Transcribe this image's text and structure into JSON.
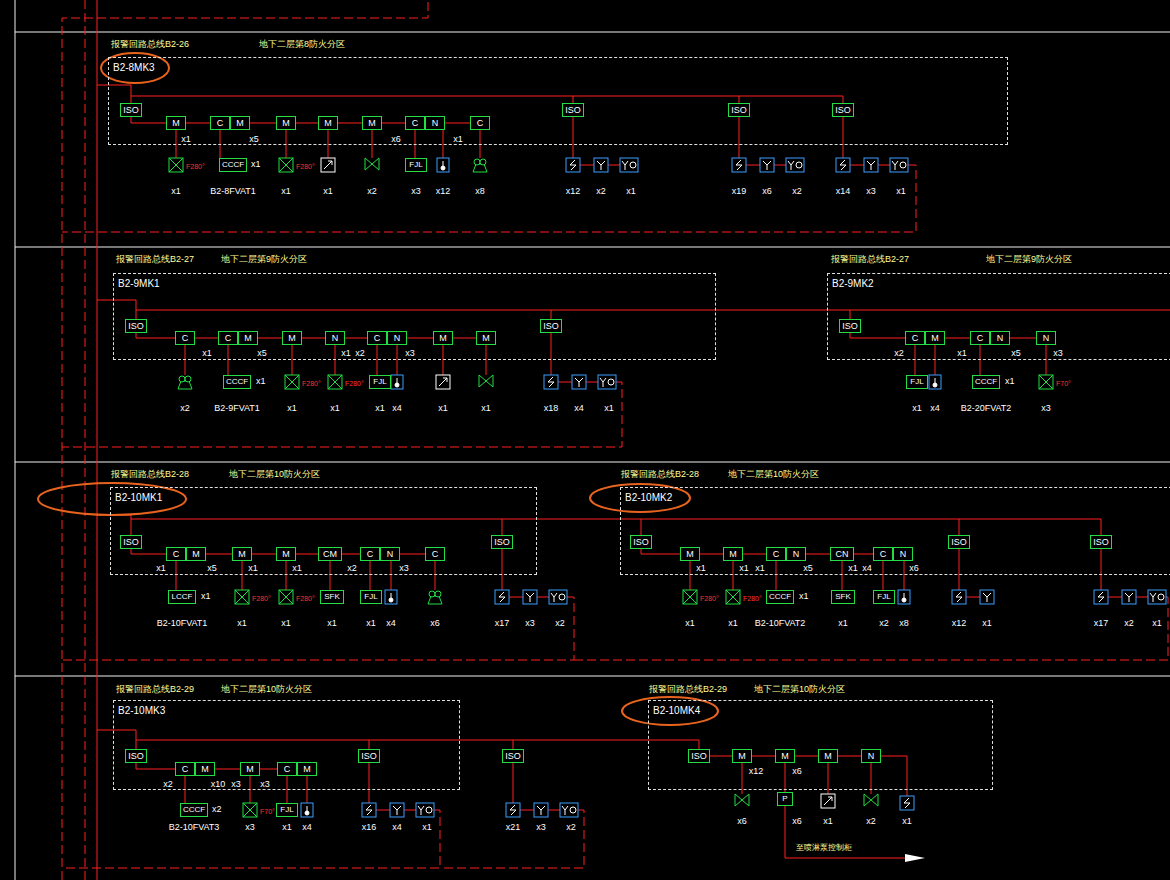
{
  "diagram": {
    "nodes": [
      {
        "text": [
          "B2-8MK3"
        ]
      },
      {
        "text": [
          "ISO"
        ],
        "in": 0
      },
      {
        "text": [
          "M"
        ],
        "in": 0
      },
      {
        "text": [
          "C"
        ],
        "in": 0
      },
      {
        "text": [
          "M"
        ],
        "in": 0
      },
      {
        "text": [
          "M"
        ],
        "in": 0
      },
      {
        "text": [
          "M"
        ],
        "in": 0
      },
      {
        "text": [
          "M"
        ],
        "in": 0
      },
      {
        "text": [
          "C"
        ],
        "in": 0
      },
      {
        "text": [
          "N"
        ],
        "in": 0
      },
      {
        "text": [
          "C"
        ],
        "in": 0
      },
      {
        "text": [
          "ISO"
        ],
        "in": 0
      },
      {
        "text": [
          "ISO"
        ],
        "in": 0
      },
      {
        "text": [
          "ISO"
        ],
        "in": 0
      },
      {
        "text": [
          "CCCF"
        ]
      },
      {
        "text": [
          "FJL"
        ]
      },
      {
        "text": [
          "B2-9MK1"
        ]
      },
      {
        "text": [
          "ISO"
        ],
        "in": 16
      },
      {
        "text": [
          "C"
        ],
        "in": 16
      },
      {
        "text": [
          "C"
        ],
        "in": 16
      },
      {
        "text": [
          "M"
        ],
        "in": 16
      },
      {
        "text": [
          "M"
        ],
        "in": 16
      },
      {
        "text": [
          "N"
        ],
        "in": 16
      },
      {
        "text": [
          "C"
        ],
        "in": 16
      },
      {
        "text": [
          "N"
        ],
        "in": 16
      },
      {
        "text": [
          "M"
        ],
        "in": 16
      },
      {
        "text": [
          "M"
        ],
        "in": 16
      },
      {
        "text": [
          "ISO"
        ],
        "in": 16
      },
      {
        "text": [
          "B2-9MK2"
        ]
      },
      {
        "text": [
          "ISO"
        ],
        "in": 28
      },
      {
        "text": [
          "C"
        ],
        "in": 28
      },
      {
        "text": [
          "M"
        ],
        "in": 28
      },
      {
        "text": [
          "C"
        ],
        "in": 28
      },
      {
        "text": [
          "N"
        ],
        "in": 28
      },
      {
        "text": [
          "N"
        ],
        "in": 28
      },
      {
        "text": [
          "CCCF"
        ]
      },
      {
        "text": [
          "FJL"
        ]
      },
      {
        "text": [
          "FJL"
        ]
      },
      {
        "text": [
          "CCCF"
        ]
      },
      {
        "text": [
          "B2-10MK1"
        ]
      },
      {
        "text": [
          "ISO"
        ],
        "in": 39
      },
      {
        "text": [
          "C"
        ],
        "in": 39
      },
      {
        "text": [
          "M"
        ],
        "in": 39
      },
      {
        "text": [
          "M"
        ],
        "in": 39
      },
      {
        "text": [
          "M"
        ],
        "in": 39
      },
      {
        "text": [
          "CM"
        ],
        "in": 39
      },
      {
        "text": [
          "C"
        ],
        "in": 39
      },
      {
        "text": [
          "N"
        ],
        "in": 39
      },
      {
        "text": [
          "C"
        ],
        "in": 39
      },
      {
        "text": [
          "ISO"
        ],
        "in": 39
      },
      {
        "text": [
          "B2-10MK2"
        ]
      },
      {
        "text": [
          "ISO"
        ],
        "in": 50
      },
      {
        "text": [
          "M"
        ],
        "in": 50
      },
      {
        "text": [
          "M"
        ],
        "in": 50
      },
      {
        "text": [
          "C"
        ],
        "in": 50
      },
      {
        "text": [
          "N"
        ],
        "in": 50
      },
      {
        "text": [
          "CN"
        ],
        "in": 50
      },
      {
        "text": [
          "C"
        ],
        "in": 50
      },
      {
        "text": [
          "N"
        ],
        "in": 50
      },
      {
        "text": [
          "ISO"
        ],
        "in": 50
      },
      {
        "text": [
          "ISO"
        ],
        "in": 50
      },
      {
        "text": [
          "LCCF"
        ]
      },
      {
        "text": [
          "SFK"
        ]
      },
      {
        "text": [
          "FJL"
        ]
      },
      {
        "text": [
          "CCCF"
        ]
      },
      {
        "text": [
          "SFK"
        ]
      },
      {
        "text": [
          "FJL"
        ]
      },
      {
        "text": [
          "B2-10MK3"
        ]
      },
      {
        "text": [
          "ISO"
        ],
        "in": 67
      },
      {
        "text": [
          "C"
        ],
        "in": 67
      },
      {
        "text": [
          "M"
        ],
        "in": 67
      },
      {
        "text": [
          "M"
        ],
        "in": 67
      },
      {
        "text": [
          "C"
        ],
        "in": 67
      },
      {
        "text": [
          "M"
        ],
        "in": 67
      },
      {
        "text": [
          "ISO"
        ],
        "in": 67
      },
      {
        "text": [
          "ISO"
        ]
      },
      {
        "text": [
          "B2-10MK4"
        ]
      },
      {
        "text": [
          "ISO"
        ],
        "in": 76
      },
      {
        "text": [
          "M"
        ],
        "in": 76
      },
      {
        "text": [
          "M"
        ],
        "in": 76
      },
      {
        "text": [
          "M"
        ],
        "in": 76
      },
      {
        "text": [
          "N"
        ],
        "in": 76
      },
      {
        "text": [
          "CCCF"
        ]
      },
      {
        "text": [
          "FJL"
        ]
      },
      {
        "text": [
          "P"
        ]
      }
    ],
    "edges": [
      {
        "from": 1,
        "to": 2,
        "arrow": "none"
      },
      {
        "from": 2,
        "to": 3,
        "arrow": "none"
      },
      {
        "from": 4,
        "to": 5,
        "arrow": "none"
      },
      {
        "from": 5,
        "to": 6,
        "arrow": "none"
      },
      {
        "from": 6,
        "to": 7,
        "arrow": "none"
      },
      {
        "from": 7,
        "to": 8,
        "arrow": "none"
      },
      {
        "from": 9,
        "to": 10,
        "arrow": "none"
      },
      {
        "from": 3,
        "to": 14,
        "arrow": "none"
      },
      {
        "from": 8,
        "to": 15,
        "arrow": "none"
      },
      {
        "from": 17,
        "to": 18,
        "arrow": "none"
      },
      {
        "from": 18,
        "to": 19,
        "arrow": "none"
      },
      {
        "from": 20,
        "to": 21,
        "arrow": "none"
      },
      {
        "from": 21,
        "to": 22,
        "arrow": "none"
      },
      {
        "from": 22,
        "to": 23,
        "arrow": "none"
      },
      {
        "from": 24,
        "to": 25,
        "arrow": "none"
      },
      {
        "from": 25,
        "to": 26,
        "arrow": "none"
      },
      {
        "from": 29,
        "to": 30,
        "arrow": "none"
      },
      {
        "from": 31,
        "to": 32,
        "arrow": "none"
      },
      {
        "from": 33,
        "to": 34,
        "arrow": "none"
      },
      {
        "from": 19,
        "to": 35,
        "arrow": "none"
      },
      {
        "from": 23,
        "to": 36,
        "arrow": "none"
      },
      {
        "from": 30,
        "to": 37,
        "arrow": "none"
      },
      {
        "from": 32,
        "to": 38,
        "arrow": "none"
      },
      {
        "from": 40,
        "to": 41,
        "arrow": "none"
      },
      {
        "from": 42,
        "to": 43,
        "arrow": "none"
      },
      {
        "from": 43,
        "to": 44,
        "arrow": "none"
      },
      {
        "from": 44,
        "to": 45,
        "arrow": "none"
      },
      {
        "from": 45,
        "to": 46,
        "arrow": "none"
      },
      {
        "from": 47,
        "to": 48,
        "arrow": "none"
      },
      {
        "from": 51,
        "to": 52,
        "arrow": "none"
      },
      {
        "from": 52,
        "to": 53,
        "arrow": "none"
      },
      {
        "from": 53,
        "to": 54,
        "arrow": "none"
      },
      {
        "from": 55,
        "to": 56,
        "arrow": "none"
      },
      {
        "from": 56,
        "to": 57,
        "arrow": "none"
      },
      {
        "from": 41,
        "to": 61,
        "arrow": "none"
      },
      {
        "from": 45,
        "to": 62,
        "arrow": "none"
      },
      {
        "from": 46,
        "to": 63,
        "arrow": "none"
      },
      {
        "from": 54,
        "to": 64,
        "arrow": "none"
      },
      {
        "from": 56,
        "to": 65,
        "arrow": "none"
      },
      {
        "from": 57,
        "to": 66,
        "arrow": "none"
      },
      {
        "from": 68,
        "to": 69,
        "arrow": "none"
      },
      {
        "from": 70,
        "to": 71,
        "arrow": "none"
      },
      {
        "from": 71,
        "to": 72,
        "arrow": "none"
      },
      {
        "from": 77,
        "to": 78,
        "arrow": "none"
      },
      {
        "from": 78,
        "to": 79,
        "arrow": "none"
      },
      {
        "from": 79,
        "to": 80,
        "arrow": "none"
      },
      {
        "from": 80,
        "to": 81,
        "arrow": "none"
      },
      {
        "from": 69,
        "to": 82,
        "arrow": "none"
      },
      {
        "from": 72,
        "to": 83,
        "arrow": "none"
      },
      {
        "from": 79,
        "to": 84,
        "arrow": "none"
      }
    ],
    "labels": [
      "报警回路总线B2-26",
      "地下二层第8防火分区",
      "x1",
      "x5",
      "x6",
      "x1",
      "F280°",
      "x1",
      "F280°",
      "x1",
      "B2-8FVAT1",
      "x1",
      "x1",
      "x2",
      "x3",
      "x12",
      "x8",
      "x12",
      "x2",
      "x1",
      "x19",
      "x6",
      "x2",
      "x14",
      "x3",
      "x1",
      "报警回路总线B2-27",
      "地下二层第9防火分区",
      "报警回路总线B2-27",
      "地下二层第9防火分区",
      "x1",
      "x5",
      "x1",
      "x2",
      "x3",
      "x2",
      "x1",
      "x5",
      "x3",
      "x1",
      "F280°",
      "F280°",
      "x1",
      "F70°",
      "x2",
      "B2-9FVAT1",
      "x1",
      "x1",
      "x1",
      "x4",
      "x1",
      "x1",
      "x18",
      "x4",
      "x1",
      "x1",
      "x4",
      "B2-20FVAT2",
      "x3",
      "报警回路总线B2-28",
      "地下二层第10防火分区",
      "报警回路总线B2-28",
      "地下二层第10防火分区",
      "x1",
      "x5",
      "x1",
      "x1",
      "x2",
      "x3",
      "x1",
      "x1",
      "x1",
      "x5",
      "x1",
      "x4",
      "x6",
      "x1",
      "F280°",
      "F280°",
      "x1",
      "F280°",
      "F280°",
      "B2-10FVAT1",
      "x1",
      "x1",
      "x1",
      "x1",
      "x4",
      "x6",
      "x17",
      "x3",
      "x2",
      "x1",
      "x1",
      "B2-10FVAT2",
      "x1",
      "x2",
      "x8",
      "x12",
      "x1",
      "x17",
      "x2",
      "x1",
      "报警回路总线B2-29",
      "地下二层第10防火分区",
      "报警回路总线B2-29",
      "地下二层第10防火分区",
      "x2",
      "x10",
      "x3",
      "x3",
      "x12",
      "x6",
      "x2",
      "F70°",
      "B2-10FVAT3",
      "x3",
      "x1",
      "x4",
      "x16",
      "x4",
      "x1",
      "x21",
      "x3",
      "x2",
      "x6",
      "x6",
      "x1",
      "x2",
      "x1",
      "至喷淋泵控制柜"
    ]
  }
}
